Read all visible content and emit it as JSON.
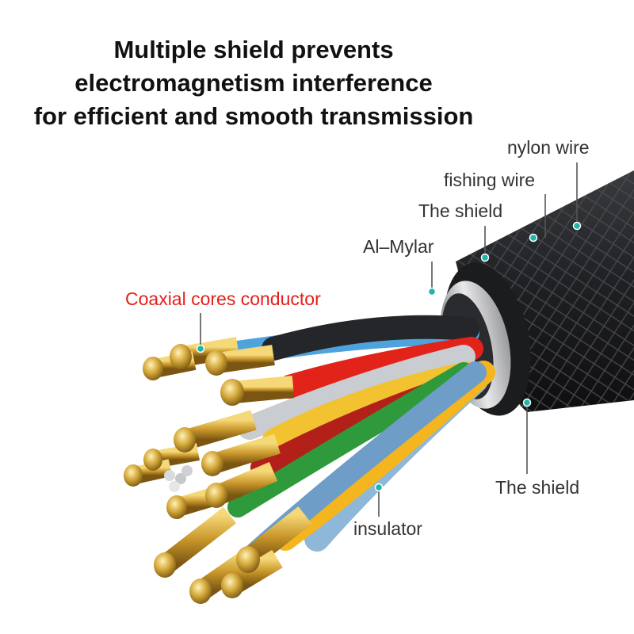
{
  "headline": {
    "line1": "Multiple shield prevents",
    "line2": "electromagnetism interference",
    "line3": "for efficient and smooth transmission"
  },
  "labels": {
    "nylon_wire": "nylon wire",
    "fishing_wire": "fishing wire",
    "the_shield_top": "The shield",
    "al_mylar": "Al–Mylar",
    "coaxial": "Coaxial cores conductor",
    "the_shield_bottom": "The shield",
    "insulator": "insulator"
  },
  "colors": {
    "coaxial_label": "#e3201b",
    "label_text": "#333333",
    "leader_dot": "#1fb5a8",
    "jacket": "#1b1c1e",
    "gold": "#d4a83a"
  }
}
